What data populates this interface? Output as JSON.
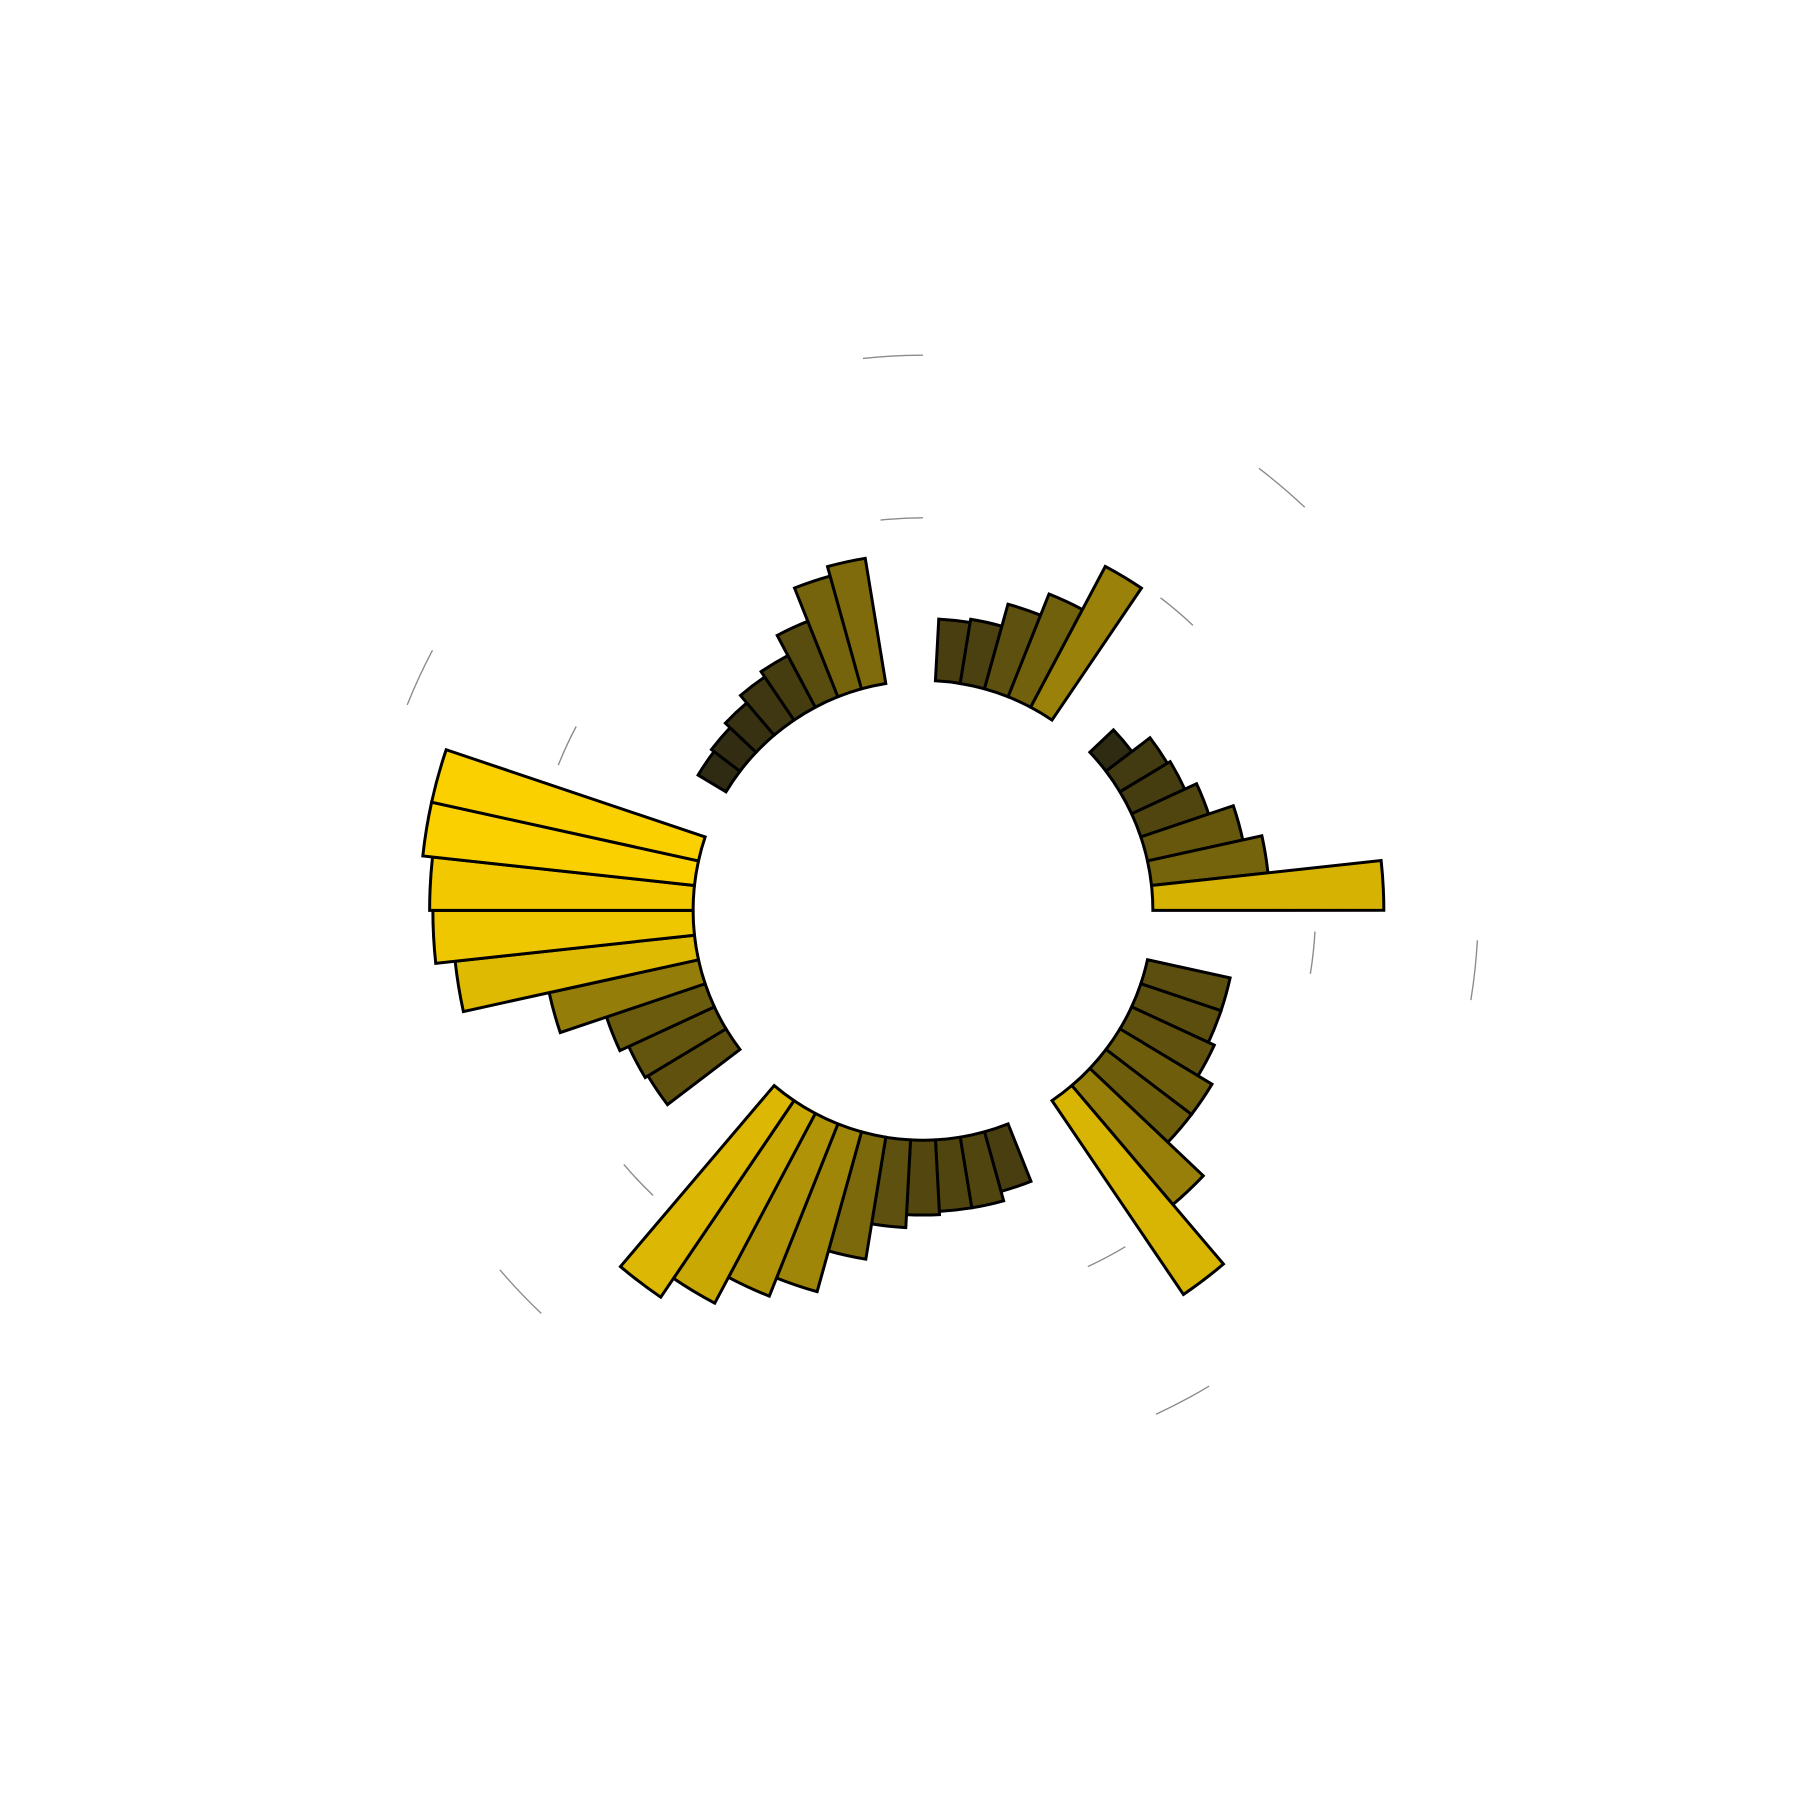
{
  "chart_data": {
    "type": "bar",
    "subtype": "circular-grouped-bar",
    "title": "",
    "xlabel": "",
    "ylabel": "",
    "ylim": [
      0,
      100
    ],
    "gridlines": [
      50,
      100
    ],
    "grid": true,
    "legend": "none",
    "groups": [
      {
        "values": [
          19,
          20,
          27,
          34,
          49
        ]
      },
      {
        "values": [
          10,
          17,
          18,
          22,
          30,
          36,
          71
        ]
      },
      {
        "values": [
          26,
          26,
          28,
          33,
          33,
          48,
          72
        ]
      },
      {
        "values": [
          19,
          22,
          22,
          23,
          27,
          38,
          51,
          57,
          66,
          73
        ]
      },
      {
        "values": [
          28,
          29,
          32,
          47,
          74,
          80,
          81,
          84,
          84
        ]
      },
      {
        "values": [
          10,
          11,
          13,
          16,
          18,
          25,
          36,
          39
        ]
      }
    ],
    "color_scale": {
      "low": "#2f2a12",
      "high": "#fad000"
    },
    "bar_outline_color": "#000000",
    "gridline_color": "#8c8c8c"
  }
}
